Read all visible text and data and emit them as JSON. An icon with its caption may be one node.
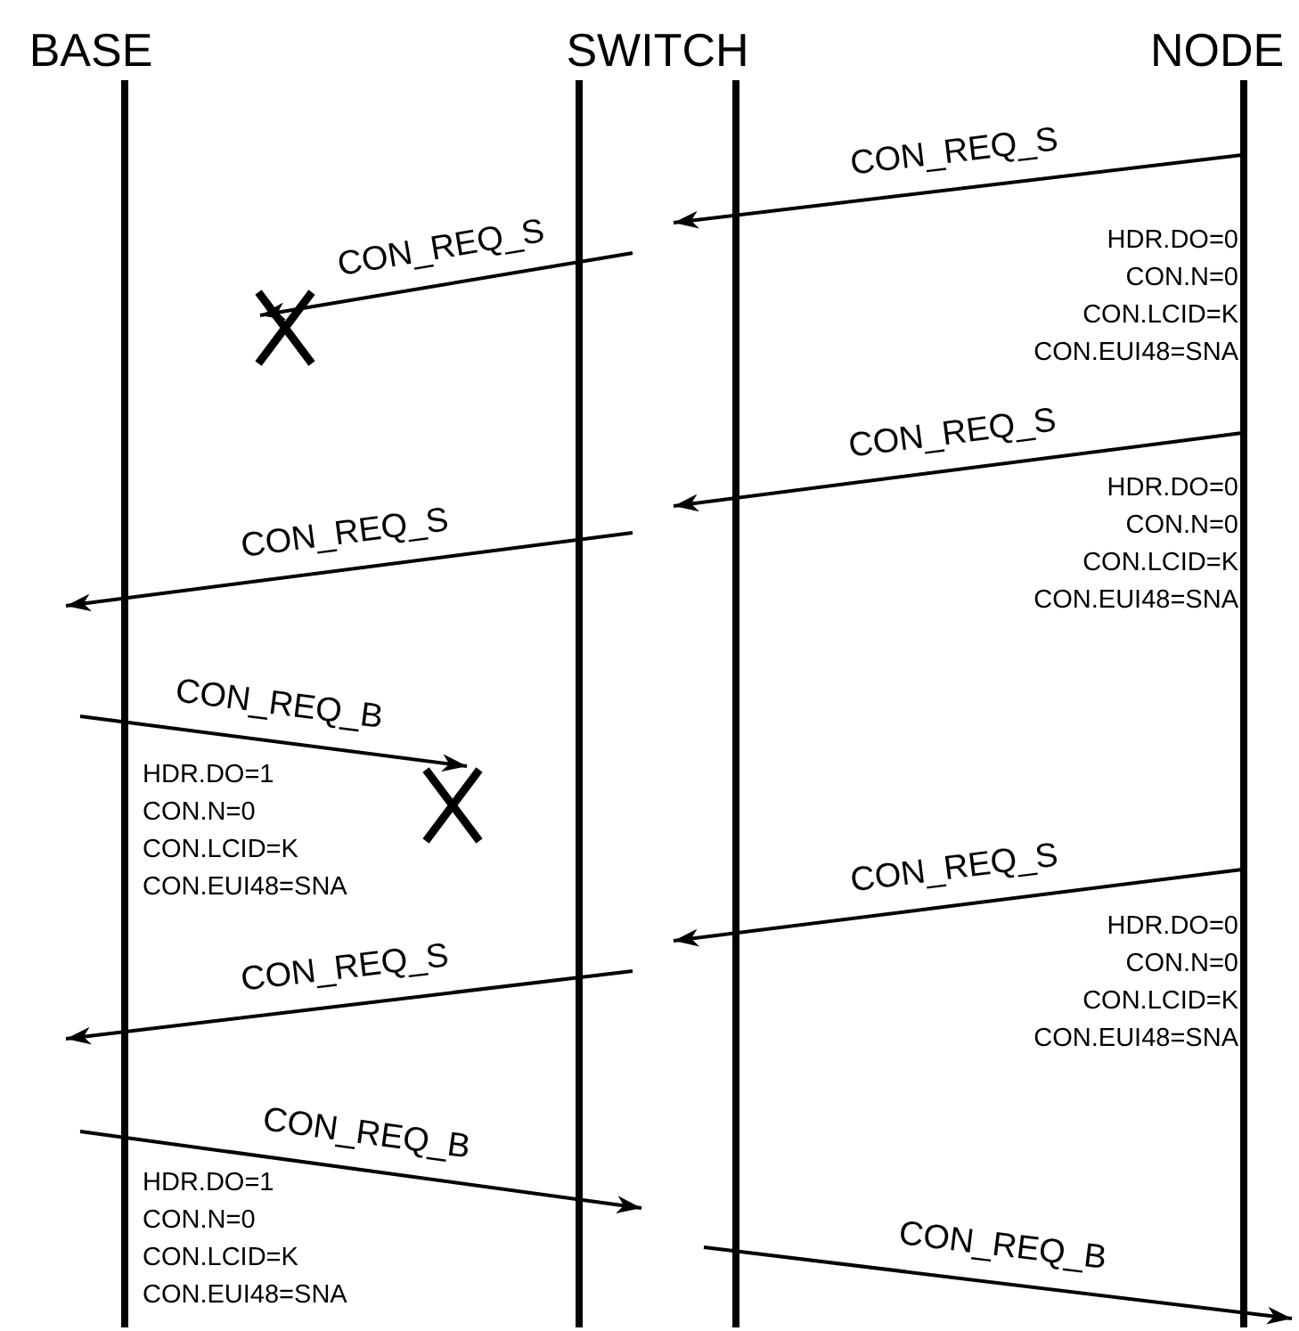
{
  "diagram": {
    "nodes": [
      {
        "text": [
          "BASE"
        ]
      },
      {
        "text": [
          "SWITCH"
        ]
      },
      {
        "text": [
          "NODE"
        ]
      },
      {
        "text": [],
        "shape": "cross"
      },
      {
        "text": [],
        "shape": "cross"
      }
    ],
    "edges": [
      {
        "from": 2,
        "to": 1,
        "arrow": "to",
        "label": "CON_REQ_S"
      },
      {
        "from": 1,
        "to": 3,
        "arrow": "to",
        "label": "CON_REQ_S"
      },
      {
        "from": 2,
        "to": 1,
        "arrow": "to",
        "label": "CON_REQ_S"
      },
      {
        "from": 1,
        "to": 0,
        "arrow": "to",
        "label": "CON_REQ_S"
      },
      {
        "from": 0,
        "to": 4,
        "arrow": "to",
        "label": "CON_REQ_B"
      },
      {
        "from": 2,
        "to": 1,
        "arrow": "to",
        "label": "CON_REQ_S"
      },
      {
        "from": 1,
        "to": 0,
        "arrow": "to",
        "label": "CON_REQ_S"
      },
      {
        "from": 0,
        "to": 1,
        "arrow": "to",
        "label": "CON_REQ_B"
      },
      {
        "from": 1,
        "to": 2,
        "arrow": "to",
        "label": "CON_REQ_B"
      }
    ],
    "labels": [
      "HDR.DO=0",
      "CON.N=0",
      "CON.LCID=K",
      "CON.EUI48=SNA",
      "HDR.DO=0",
      "CON.N=0",
      "CON.LCID=K",
      "CON.EUI48=SNA",
      "HDR.DO=1",
      "CON.N=0",
      "CON.LCID=K",
      "CON.EUI48=SNA",
      "HDR.DO=0",
      "CON.N=0",
      "CON.LCID=K",
      "CON.EUI48=SNA",
      "HDR.DO=1",
      "CON.N=0",
      "CON.LCID=K",
      "CON.EUI48=SNA"
    ]
  }
}
